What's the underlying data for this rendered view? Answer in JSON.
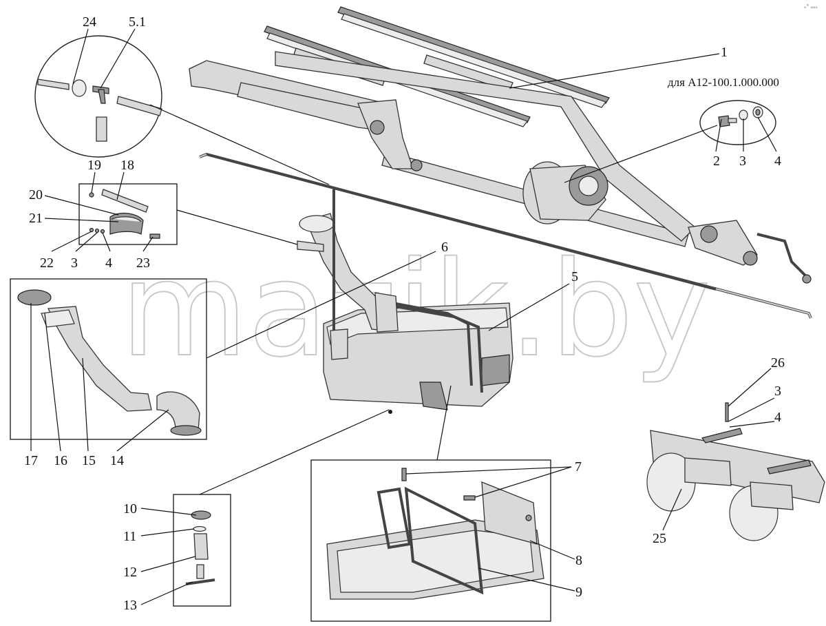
{
  "watermark": "mazik.by",
  "corner_mark": "ₒ° ₒₒₒ",
  "note": "для А12-100.1.000.000",
  "callouts": {
    "c1": "1",
    "c2": "2",
    "c3a": "3",
    "c4a": "4",
    "c5": "5",
    "c5_1": "5.1",
    "c6": "6",
    "c7": "7",
    "c8": "8",
    "c9": "9",
    "c10": "10",
    "c11": "11",
    "c12": "12",
    "c13": "13",
    "c14": "14",
    "c15": "15",
    "c16": "16",
    "c17": "17",
    "c18": "18",
    "c19": "19",
    "c20": "20",
    "c21": "21",
    "c22": "22",
    "c3b": "3",
    "c4b": "4",
    "c23": "23",
    "c24": "24",
    "c25": "25",
    "c26": "26",
    "c3c": "3",
    "c4c": "4"
  }
}
